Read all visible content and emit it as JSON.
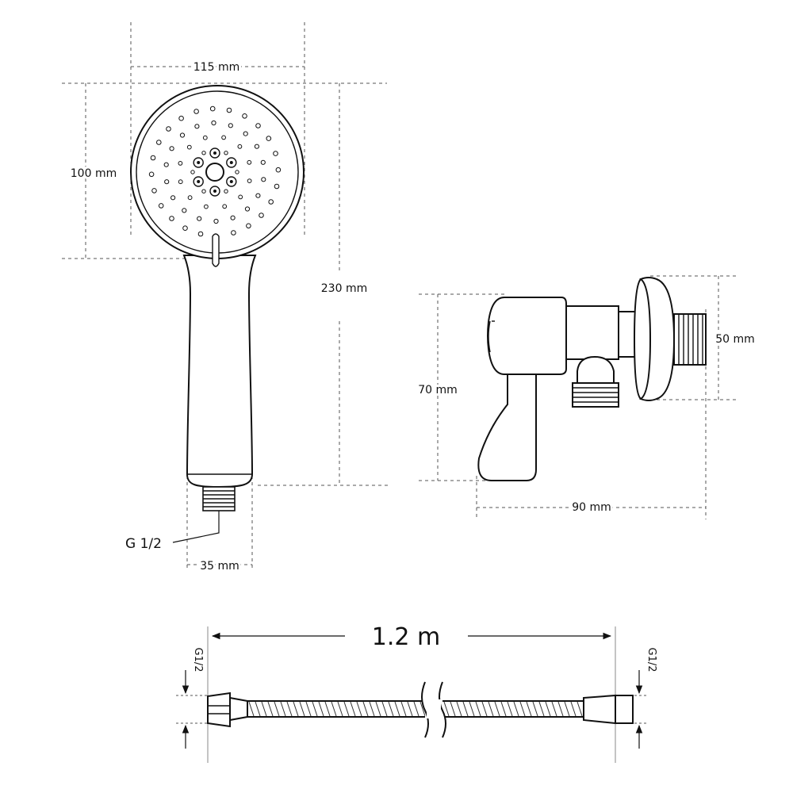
{
  "shower_head": {
    "width_label": "115 mm",
    "head_diameter_label": "100 mm",
    "length_label": "230 mm",
    "thread_label": "G 1/2",
    "connector_width_label": "35 mm"
  },
  "angle_valve": {
    "height_label": "70 mm",
    "thread_height_label": "50 mm",
    "depth_label": "90 mm"
  },
  "hose": {
    "length_label": "1.2 m",
    "left_thread_label": "G1/2",
    "right_thread_label": "G1/2"
  }
}
